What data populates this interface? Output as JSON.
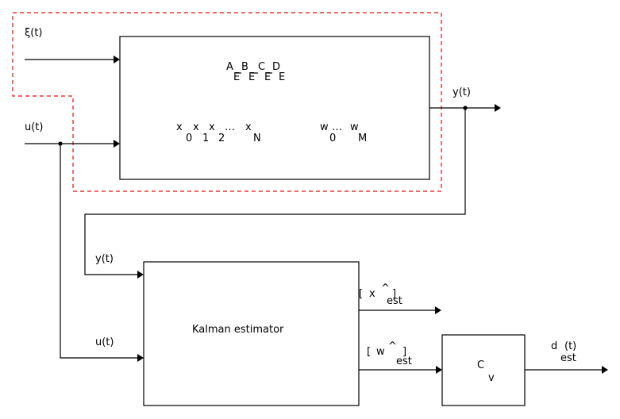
{
  "disturbance_label": "ξ(t)",
  "plant_input_label": "u(t)",
  "plant_output_label": "y(t)",
  "plant": {
    "matrices": {
      "A": "A",
      "B": "B",
      "C": "C",
      "D": "D",
      "sub": "E"
    },
    "states": {
      "x": "x",
      "idx": [
        "0",
        "1",
        "2"
      ],
      "dots": "…",
      "last": "N"
    },
    "disturbances": {
      "w": "w",
      "dots": "…",
      "first": "0",
      "last": "M"
    }
  },
  "estimator": {
    "title": "Kalman estimator",
    "in_y": "y(t)",
    "in_u": "u(t)",
    "out_x": {
      "open": "[",
      "sym": "x",
      "hat": "^",
      "close": "]",
      "sub": "est"
    },
    "out_w": {
      "open": "[",
      "sym": "w",
      "hat": "^",
      "close": "]",
      "sub": "est"
    }
  },
  "cv_block": {
    "sym": "C",
    "sub": "v"
  },
  "output": {
    "sym": "d",
    "arg": "(t)",
    "sub": "est"
  },
  "colors": {
    "line": "#000000",
    "dashed_boundary": "#e3120b"
  }
}
